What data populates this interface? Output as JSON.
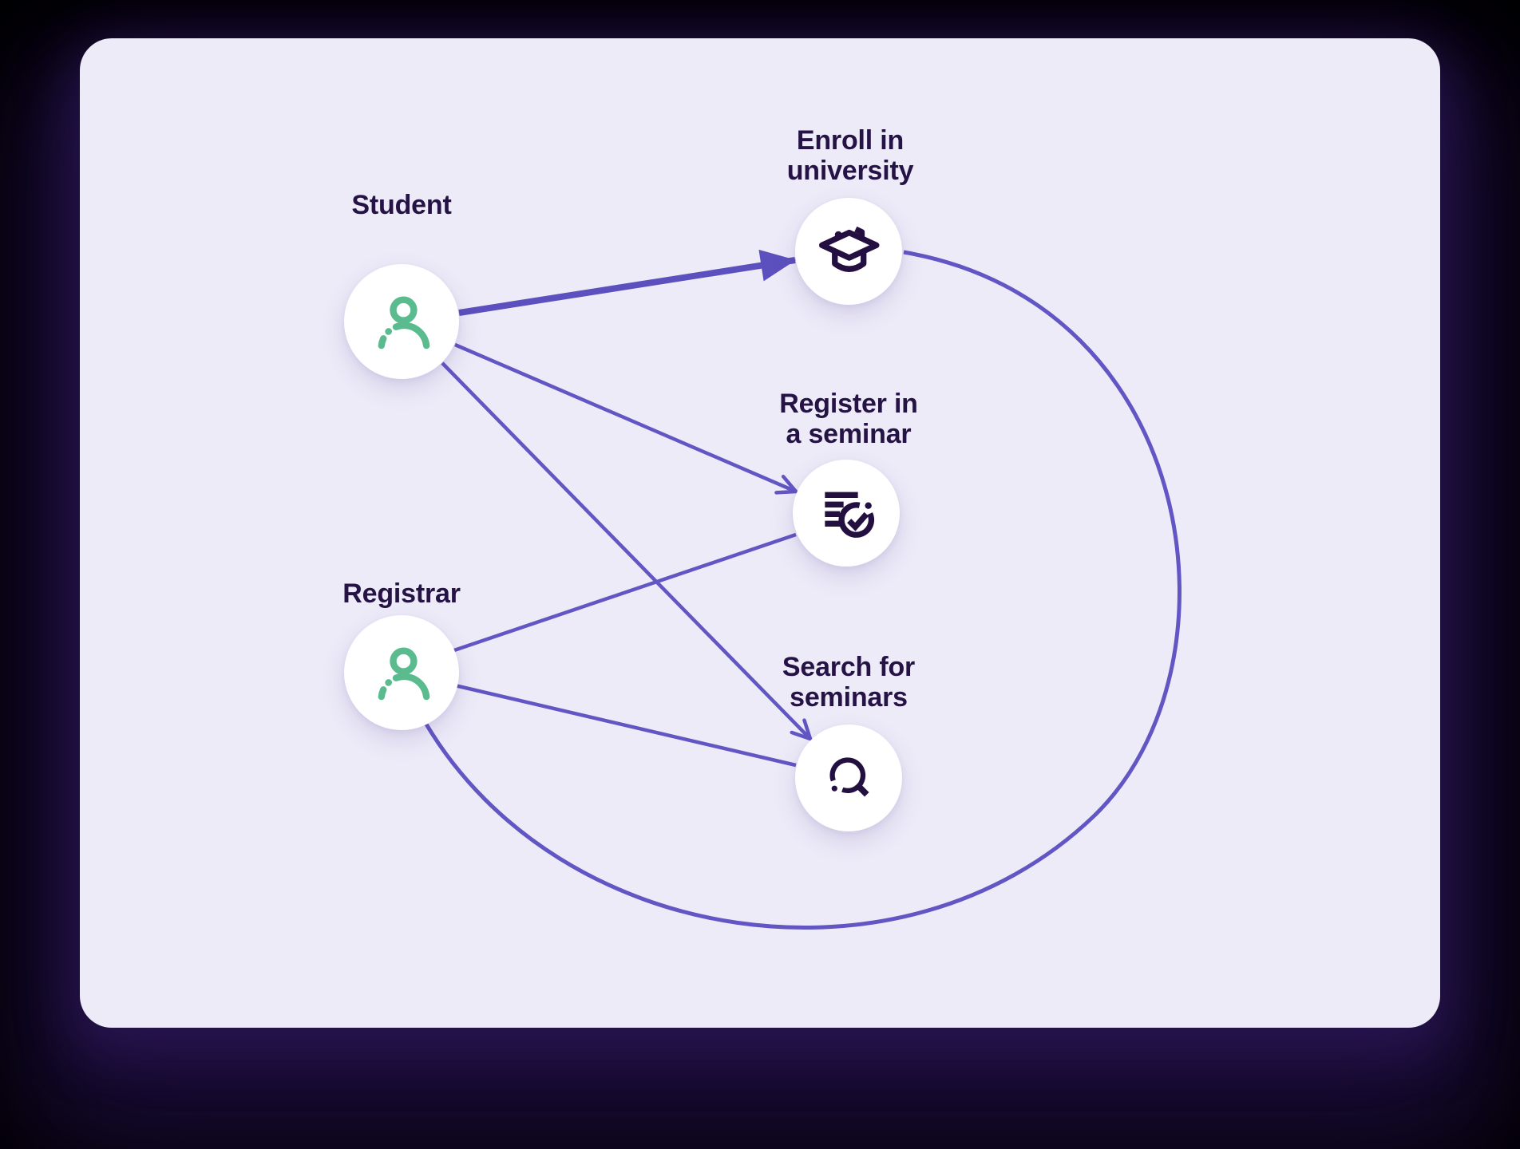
{
  "diagram": {
    "type": "use-case-diagram",
    "nodes": {
      "student": {
        "kind": "actor",
        "label": "Student",
        "icon": "person-icon"
      },
      "registrar": {
        "kind": "actor",
        "label": "Registrar",
        "icon": "person-icon"
      },
      "enroll": {
        "kind": "use-case",
        "label_line1": "Enroll in",
        "label_line2": "university",
        "icon": "graduation-cap-icon"
      },
      "register": {
        "kind": "use-case",
        "label_line1": "Register in",
        "label_line2": "a seminar",
        "icon": "checklist-check-icon"
      },
      "search": {
        "kind": "use-case",
        "label_line1": "Search for",
        "label_line2": "seminars",
        "icon": "search-icon"
      }
    },
    "edges": [
      {
        "from": "student",
        "to": "enroll",
        "line": "thick",
        "arrowhead": "solid-triangle"
      },
      {
        "from": "student",
        "to": "register",
        "line": "thin",
        "arrowhead": "open-v"
      },
      {
        "from": "student",
        "to": "search",
        "line": "thin",
        "arrowhead": "open-v"
      },
      {
        "from": "registrar",
        "to": "register",
        "line": "thin",
        "arrowhead": "none"
      },
      {
        "from": "registrar",
        "to": "search",
        "line": "thin",
        "arrowhead": "none"
      },
      {
        "from": "registrar",
        "to": "enroll",
        "line": "curved",
        "arrowhead": "none"
      }
    ]
  },
  "colors": {
    "edge": "#6156c3",
    "edge_thick": "#5b50bd",
    "text": "#261345",
    "actor_icon": "#5abc8e",
    "usecase_icon": "#241040",
    "card_bg": "#edebf8",
    "node_bg": "#ffffff",
    "page_bg": "#020103"
  }
}
